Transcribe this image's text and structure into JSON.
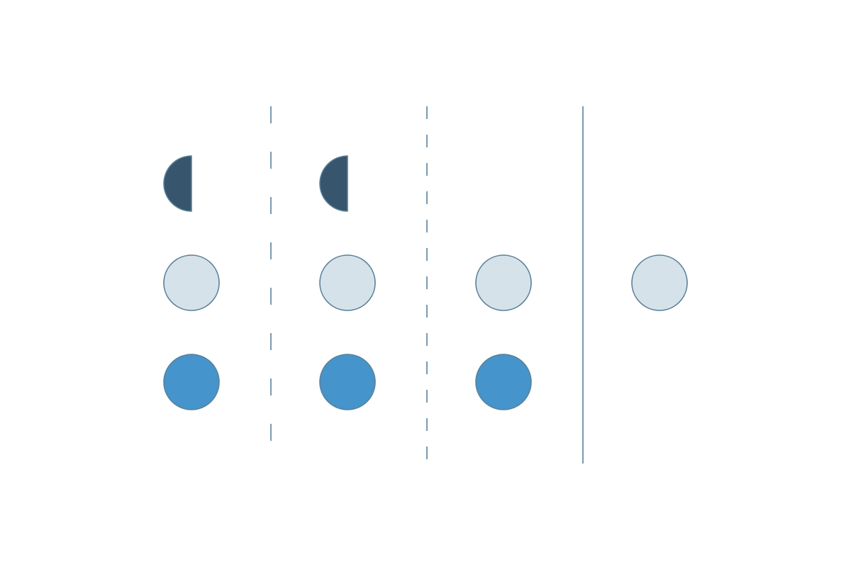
{
  "colors": {
    "background": "#ffffff",
    "stroke": "#5b819a",
    "dark_half": "#37566d",
    "light_circle": "#d6e2ea",
    "blue_circle": "#4594cb"
  },
  "columns": [
    {
      "rows": [
        "half-dark",
        "light",
        "blue"
      ]
    },
    {
      "rows": [
        "half-dark",
        "light",
        "blue"
      ]
    },
    {
      "rows": [
        "none",
        "light",
        "blue"
      ]
    },
    {
      "rows": [
        "none",
        "light",
        "none"
      ]
    }
  ],
  "dividers": [
    {
      "style": "long-dash"
    },
    {
      "style": "short-dash"
    },
    {
      "style": "solid"
    }
  ]
}
